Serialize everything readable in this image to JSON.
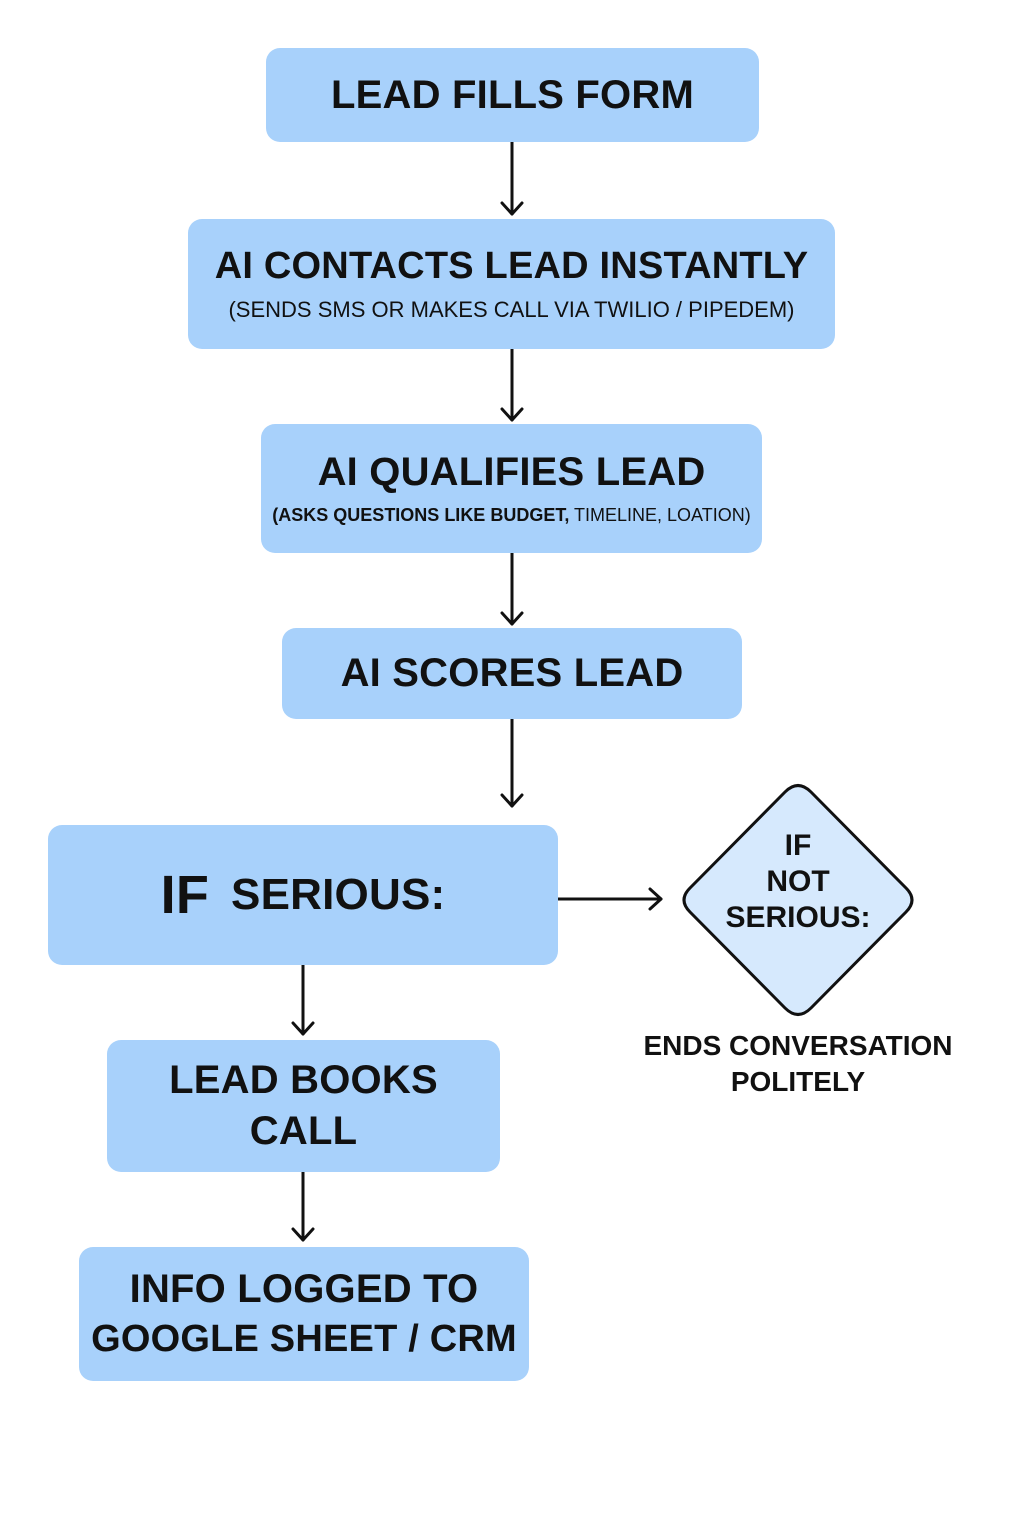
{
  "flowchart": {
    "colors": {
      "box_fill": "#a8d1fb",
      "diamond_fill": "#d6e9fd",
      "stroke": "#111111"
    },
    "nodes": {
      "lead_fills_form": {
        "title": "LEAD FILLS FORM"
      },
      "ai_contacts": {
        "title": "AI CONTACTS LEAD INSTANTLY",
        "subtitle": "(SENDS SMS OR MAKES CALL VIA TWILIO / PIPEDEM)"
      },
      "ai_qualifies": {
        "title": "AI QUALIFIES LEAD",
        "subtitle_bold": "(ASKS QUESTIONS LIKE BUDGET,",
        "subtitle_light": " TIMELINE, LOATION)"
      },
      "ai_scores": {
        "title": "AI SCORES LEAD"
      },
      "if_serious": {
        "if_label": "IF",
        "condition": "SERIOUS:"
      },
      "if_not_serious": {
        "line1": "IF",
        "line2": "NOT",
        "line3": "SERIOUS:"
      },
      "ends_conversation": {
        "line1": "ENDS CONVERSATION",
        "line2": "POLITELY"
      },
      "lead_books_call": {
        "line1": "LEAD BOOKS",
        "line2": "CALL"
      },
      "info_logged": {
        "line1": "INFO LOGGED TO",
        "line2": "GOOGLE SHEET / CRM"
      }
    },
    "edges": [
      {
        "from": "lead_fills_form",
        "to": "ai_contacts"
      },
      {
        "from": "ai_contacts",
        "to": "ai_qualifies"
      },
      {
        "from": "ai_qualifies",
        "to": "ai_scores"
      },
      {
        "from": "ai_scores",
        "to": "if_serious"
      },
      {
        "from": "if_serious",
        "to": "if_not_serious"
      },
      {
        "from": "if_serious",
        "to": "lead_books_call"
      },
      {
        "from": "lead_books_call",
        "to": "info_logged"
      }
    ]
  }
}
